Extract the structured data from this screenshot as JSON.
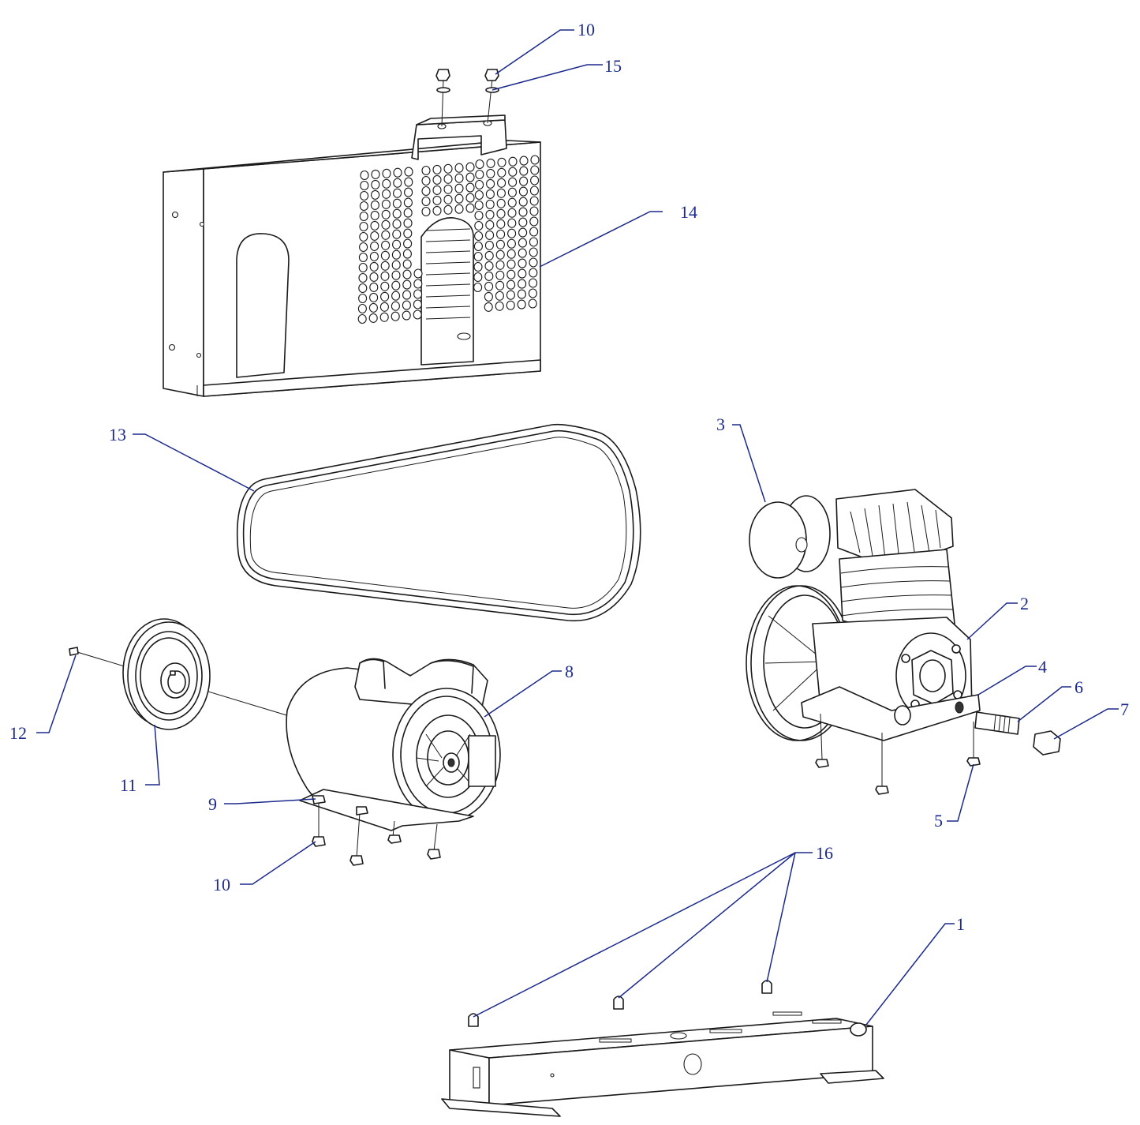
{
  "colors": {
    "callout": "#1c2a8c",
    "linework": "#1a1a1a",
    "background": "#ffffff"
  },
  "callouts": {
    "c1": "1",
    "c2": "2",
    "c3": "3",
    "c4": "4",
    "c5": "5",
    "c6": "6",
    "c7": "7",
    "c8": "8",
    "c9": "9",
    "c10_top": "10",
    "c10_bottom": "10",
    "c11": "11",
    "c12": "12",
    "c13": "13",
    "c14": "14",
    "c15": "15",
    "c16": "16"
  }
}
